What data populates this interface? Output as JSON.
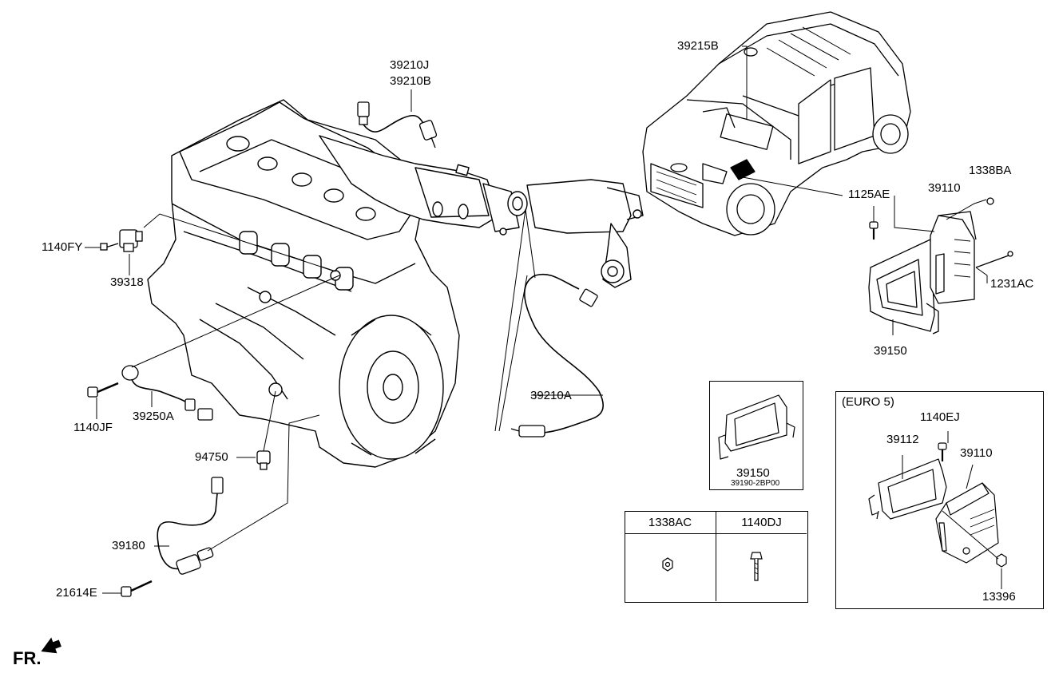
{
  "labels": {
    "p39215B": "39215B",
    "p39210J": "39210J",
    "p39210B": "39210B",
    "p1125AE": "1125AE",
    "p1338BA": "1338BA",
    "p39110": "39110",
    "p1231AC": "1231AC",
    "p39150": "39150",
    "p1140FY": "1140FY",
    "p39318": "39318",
    "p1140JF": "1140JF",
    "p39250A": "39250A",
    "p94750": "94750",
    "p39210A": "39210A",
    "p39180": "39180",
    "p21614E": "21614E"
  },
  "inset_bracket": {
    "part": "39150",
    "sub_part": "39190-2BP00"
  },
  "fastener_table": {
    "col1": "1338AC",
    "col2": "1140DJ"
  },
  "euro5": {
    "title": "(EURO 5)",
    "p1140EJ": "1140EJ",
    "p39112": "39112",
    "p39110": "39110",
    "p13396": "13396"
  },
  "front_indicator": "FR."
}
